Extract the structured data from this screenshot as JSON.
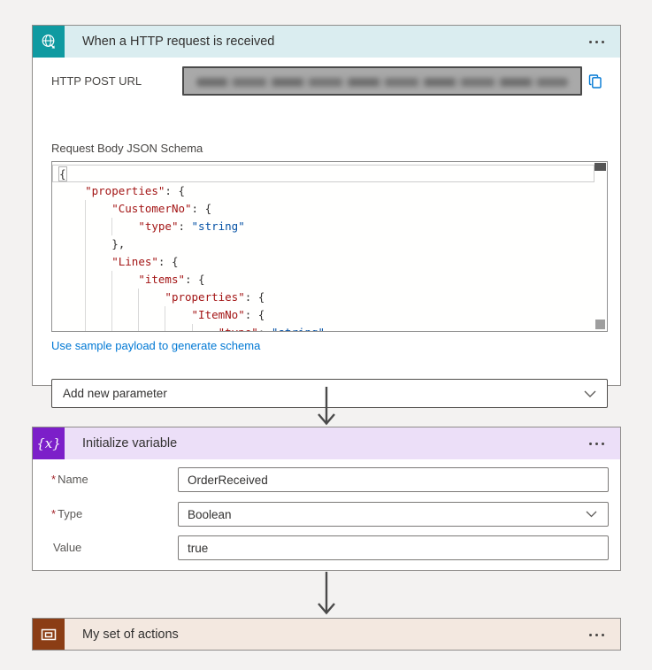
{
  "colors": {
    "background": "#f3f2f1",
    "trigger_accent": "#0f9aa1",
    "trigger_header_bg": "#daedf0",
    "variable_accent": "#7c1fc9",
    "variable_header_bg": "#ecdff8",
    "scope_accent": "#8b3d15",
    "scope_header_bg": "#f3e8e0",
    "link": "#0078d4",
    "code_key": "#a31515",
    "code_string": "#0451a5",
    "required_star": "#a4262c"
  },
  "trigger": {
    "title": "When a HTTP request is received",
    "http_post_url_label": "HTTP POST URL",
    "url_value_redacted": true,
    "schema_label": "Request Body JSON Schema",
    "schema_lines": [
      "{",
      "    \"properties\": {",
      "        \"CustomerNo\": {",
      "            \"type\": \"string\"",
      "        },",
      "        \"Lines\": {",
      "            \"items\": {",
      "                \"properties\": {",
      "                    \"ItemNo\": {",
      "                        \"type\": \"string\""
    ],
    "sample_payload_link": "Use sample payload to generate schema",
    "add_parameter_label": "Add new parameter"
  },
  "initialize_variable": {
    "title": "Initialize variable",
    "icon_text": "{x}",
    "name_star": "*",
    "name_label": "Name",
    "name_value": "OrderReceived",
    "type_star": "*",
    "type_label": "Type",
    "type_value": "Boolean",
    "value_star": "",
    "value_label": "Value",
    "value_value": "true"
  },
  "scope": {
    "title": "My set of actions"
  }
}
